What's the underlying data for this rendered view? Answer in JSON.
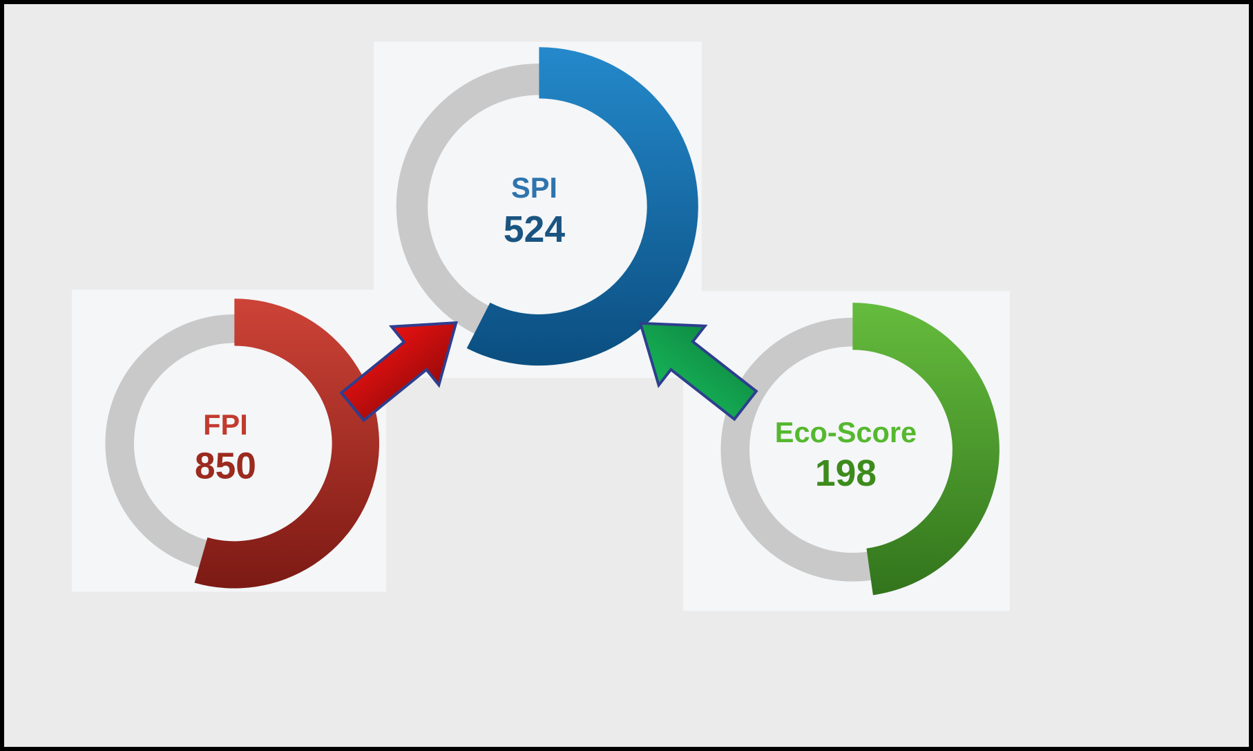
{
  "page": {
    "background_color": "#ebebeb",
    "frame_color": "#000000",
    "panel_color": "#f4f6f8"
  },
  "gauges": [
    {
      "id": "spi",
      "label": "SPI",
      "value": "524",
      "sweep_deg": 207,
      "label_color": "#2e74ad",
      "value_color": "#1a5480",
      "arc_color_light": "#2489cb",
      "arc_color_dark": "#0b4e80",
      "track_color": "#c9c9c9"
    },
    {
      "id": "fpi",
      "label": "FPI",
      "value": "850",
      "sweep_deg": 196,
      "label_color": "#c23b2e",
      "value_color": "#9c2a1f",
      "arc_color_light": "#cd4337",
      "arc_color_dark": "#7c1a14",
      "track_color": "#c9c9c9"
    },
    {
      "id": "eco",
      "label": "Eco-Score",
      "value": "198",
      "sweep_deg": 172,
      "label_color": "#55b82e",
      "value_color": "#3d8b1d",
      "arc_color_light": "#65bc3d",
      "arc_color_dark": "#32741c",
      "track_color": "#c9c9c9"
    }
  ],
  "arrows": [
    {
      "id": "fpi-to-spi",
      "from": "FPI",
      "to": "SPI",
      "fill_light": "#ea1111",
      "fill_dark": "#9a0a0a",
      "outline_color": "#2e3e8e"
    },
    {
      "id": "eco-to-spi",
      "from": "Eco-Score",
      "to": "SPI",
      "fill_light": "#17b257",
      "fill_dark": "#0e8c43",
      "outline_color": "#2e3e8e"
    }
  ],
  "chart_data": {
    "type": "gauge",
    "gauges": [
      {
        "label": "SPI",
        "value": 524,
        "color": "#1a6fae"
      },
      {
        "label": "FPI",
        "value": 850,
        "color": "#b02a20"
      },
      {
        "label": "Eco-Score",
        "value": 198,
        "color": "#4a9a2b"
      }
    ],
    "relationships": [
      {
        "from": "FPI",
        "to": "SPI"
      },
      {
        "from": "Eco-Score",
        "to": "SPI"
      }
    ]
  }
}
